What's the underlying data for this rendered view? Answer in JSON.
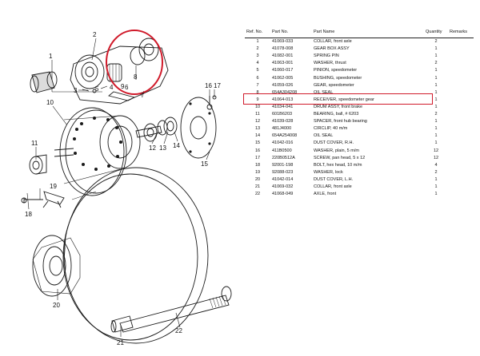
{
  "diagram": {
    "callouts": [
      "2",
      "1",
      "3",
      "5",
      "4",
      "6",
      "7",
      "8",
      "9",
      "10",
      "11",
      "12",
      "13",
      "14",
      "15",
      "16",
      "17",
      "18",
      "19",
      "20",
      "21",
      "22"
    ],
    "highlight_color": "#d01a2a"
  },
  "table": {
    "headers": {
      "ref": "Ref. No.",
      "part": "Part No.",
      "name": "Part Name",
      "qty": "Quantity",
      "remarks": "Remarks"
    },
    "rows": [
      {
        "ref": "1",
        "part": "41069-033",
        "name": "COLLAR, front axle",
        "qty": "2"
      },
      {
        "ref": "2",
        "part": "41078-008",
        "name": "GEAR BOX ASSY",
        "qty": "1"
      },
      {
        "ref": "3",
        "part": "41082-001",
        "name": "SPRING PIN",
        "qty": "1"
      },
      {
        "ref": "4",
        "part": "41063-001",
        "name": "WASHER, thrust",
        "qty": "2"
      },
      {
        "ref": "5",
        "part": "41060-017",
        "name": "PINION, speedometer",
        "qty": "1"
      },
      {
        "ref": "6",
        "part": "41062-005",
        "name": "BUSHING, speedometer",
        "qty": "1"
      },
      {
        "ref": "7",
        "part": "41059-026",
        "name": "GEAR, speedometer",
        "qty": "1"
      },
      {
        "ref": "8",
        "part": "654A304208",
        "name": "OIL SEAL",
        "qty": "1"
      },
      {
        "ref": "9",
        "part": "41064-013",
        "name": "RECEIVER, speedometer gear",
        "qty": "1"
      },
      {
        "ref": "10",
        "part": "41034-041",
        "name": "DRUM ASSY, front brake",
        "qty": "1"
      },
      {
        "ref": "11",
        "part": "601B6203",
        "name": "BEARING, ball, # 6203",
        "qty": "2"
      },
      {
        "ref": "12",
        "part": "41039-028",
        "name": "SPACER, front hub bearing",
        "qty": "1"
      },
      {
        "ref": "13",
        "part": "481J4000",
        "name": "CIRCLIP, 40 m/m",
        "qty": "1"
      },
      {
        "ref": "14",
        "part": "654A254008",
        "name": "OIL SEAL",
        "qty": "1"
      },
      {
        "ref": "15",
        "part": "41042-016",
        "name": "DUST COVER, R.H.",
        "qty": "1"
      },
      {
        "ref": "16",
        "part": "411B0500",
        "name": "WASHER, plain, 5 m/m",
        "qty": "12"
      },
      {
        "ref": "17",
        "part": "220B0512A",
        "name": "SCREW, pan head, 5 x 12",
        "qty": "12"
      },
      {
        "ref": "18",
        "part": "92001-198",
        "name": "BOLT, hex head, 10 m/m",
        "qty": "4"
      },
      {
        "ref": "19",
        "part": "92088-023",
        "name": "WASHER, lock",
        "qty": "2"
      },
      {
        "ref": "20",
        "part": "41042-014",
        "name": "DUST COVER, L.H.",
        "qty": "1"
      },
      {
        "ref": "21",
        "part": "41069-032",
        "name": "COLLAR, front axle",
        "qty": "1"
      },
      {
        "ref": "22",
        "part": "41068-049",
        "name": "AXLE, front",
        "qty": "1"
      }
    ]
  }
}
